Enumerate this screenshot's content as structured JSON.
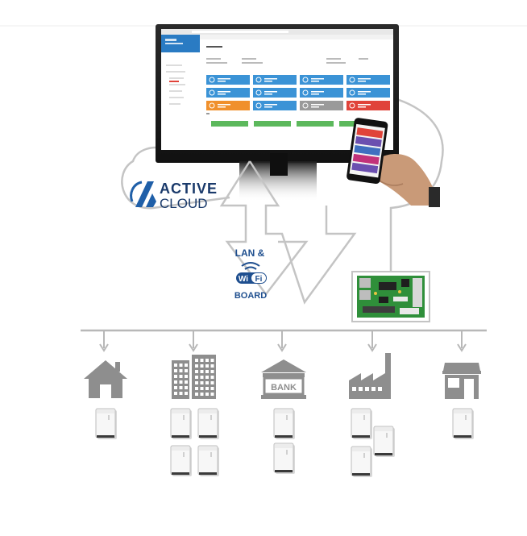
{
  "brand": {
    "line1": "ACTIVE",
    "line2": "CLOUD",
    "mark_color": "#1f5fa8",
    "text_color": "#1a3a6b"
  },
  "board_label": {
    "top": "LAN &",
    "wifi_left": "Wi",
    "wifi_right": "Fi",
    "bottom": "BOARD",
    "color": "#1f4f8f"
  },
  "bank_sign": "BANK",
  "colors": {
    "outline": "#c4c4c4",
    "bus": "#b8b8b8",
    "building": "#8e8e8e",
    "screen_header": "#2a7bc3",
    "tile_blue": "#3b93d6",
    "tile_orange": "#f0902c",
    "tile_red": "#e0433a",
    "tile_gray": "#9a9a9a",
    "btn_green": "#5cb85c",
    "phone_tile_1": "#e0433a",
    "phone_tile_2": "#6b4fb0",
    "phone_tile_3": "#3f6fc0",
    "phone_tile_4": "#c2327a"
  },
  "buildings": [
    {
      "icon": "house-icon",
      "units": 1
    },
    {
      "icon": "office-tower-icon",
      "units": 4
    },
    {
      "icon": "bank-icon",
      "units": 2
    },
    {
      "icon": "factory-icon",
      "units": 3
    },
    {
      "icon": "shop-icon",
      "units": 1
    }
  ]
}
